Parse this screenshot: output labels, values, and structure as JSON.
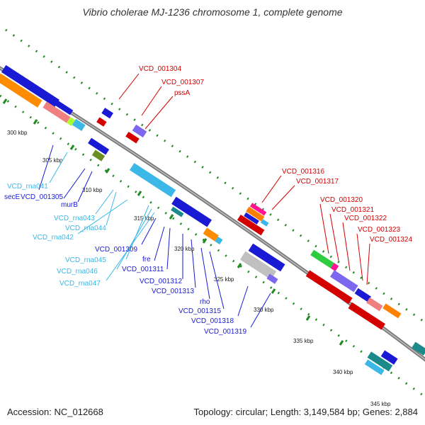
{
  "title": "Vibrio cholerae MJ-1236 chromosome 1, complete genome",
  "footer": {
    "accession": "Accession: NC_012668",
    "topology": "Topology: circular; Length: 3,149,584 bp; Genes: 2,884"
  },
  "colors": {
    "forward_cds": "#d40000",
    "reverse_cds": "#1a1ad4",
    "rna": "#3bb8e8",
    "backbone": "#888888",
    "tick": "#1f8a1f"
  },
  "ruler": [
    {
      "label": "300 kbp"
    },
    {
      "label": "305 kbp"
    },
    {
      "label": "310 kbp"
    },
    {
      "label": "315 kbp"
    },
    {
      "label": "320 kbp"
    },
    {
      "label": "325 kbp"
    },
    {
      "label": "330 kbp"
    },
    {
      "label": "335 kbp"
    },
    {
      "label": "340 kbp"
    },
    {
      "label": "345 kbp"
    }
  ],
  "feature_labels": {
    "vcd_001304": "VCD_001304",
    "vcd_001307": "VCD_001307",
    "pssa": "pssA",
    "vcd_001316": "VCD_001316",
    "vcd_001317": "VCD_001317",
    "vcd_001320": "VCD_001320",
    "vcd_001321": "VCD_001321",
    "vcd_001322": "VCD_001322",
    "vcd_001323": "VCD_001323",
    "vcd_001324": "VCD_001324",
    "vcd_rna041": "VCD_rna041",
    "sece": "secE",
    "vcd_001305": "VCD_001305",
    "murb": "murB",
    "vcd_rna043": "VCD_rna043",
    "vcd_rna044": "VCD_rna044",
    "vcd_rna042": "VCD_rna042",
    "vcd_001309": "VCD_001309",
    "fre": "fre",
    "vcd_001311": "VCD_001311",
    "vcd_rna045": "VCD_rna045",
    "vcd_rna046": "VCD_rna046",
    "vcd_rna047": "VCD_rna047",
    "vcd_001312": "VCD_001312",
    "vcd_001313": "VCD_001313",
    "rho": "rho",
    "vcd_001315": "VCD_001315",
    "vcd_001318": "VCD_001318",
    "vcd_001319": "VCD_001319"
  }
}
